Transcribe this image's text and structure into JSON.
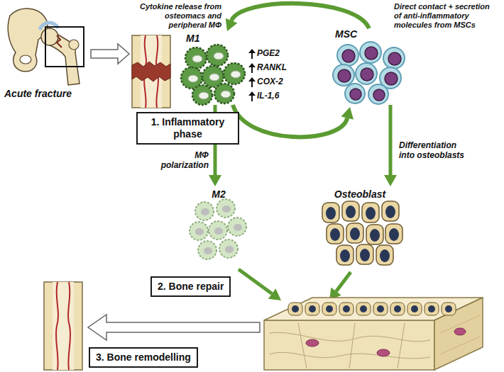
{
  "diagram": {
    "nodes": [
      {
        "text": [
          "1. Inflammatory phase"
        ]
      },
      {
        "text": [
          "M1"
        ]
      },
      {
        "text": [
          "MSC"
        ]
      },
      {
        "text": [
          "M2"
        ]
      },
      {
        "text": [
          "Osteoblast"
        ]
      },
      {
        "text": [
          "2. Bone repair"
        ]
      },
      {
        "text": [
          "3. Bone remodelling"
        ]
      }
    ],
    "edges": [
      {
        "from": 2,
        "to": 1,
        "arrow": "to"
      },
      {
        "from": 1,
        "to": 2,
        "arrow": "to"
      },
      {
        "from": 1,
        "to": 3,
        "label": "MΦ polarization",
        "arrow": "to"
      },
      {
        "from": 2,
        "to": 4,
        "label": "Differentiation into osteoblasts",
        "arrow": "to"
      }
    ],
    "labels": [
      "Acute fracture",
      "Cytokine release from osteomacs and peripheral MΦ",
      "Direct contact + secretion of anti-inflammatory molecules from MSCs",
      "PGE2",
      "RANKL",
      "COX-2",
      "IL-1,6"
    ]
  }
}
